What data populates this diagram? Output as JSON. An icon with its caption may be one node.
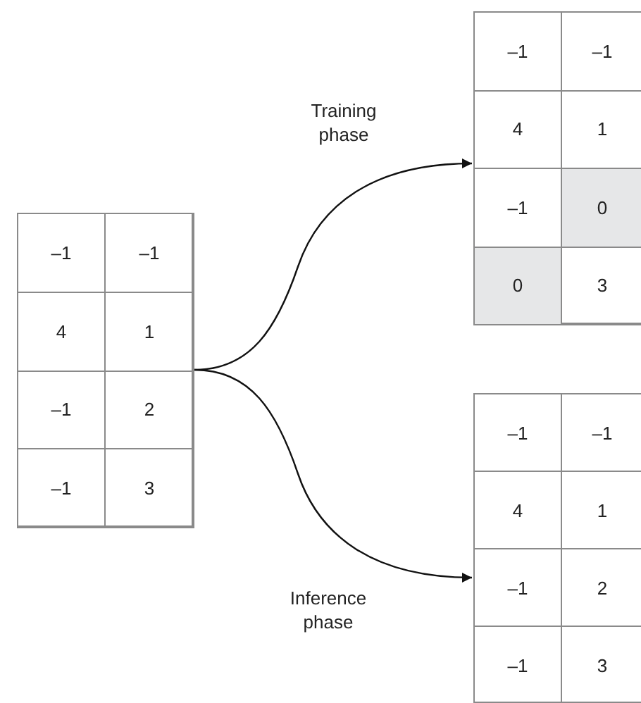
{
  "diagram": {
    "nodes": [
      {
        "text": [],
        "shape": "box"
      },
      {
        "text": [
          "–1"
        ],
        "in": 0
      },
      {
        "text": [
          "–1"
        ],
        "in": 0
      },
      {
        "text": [
          "4"
        ],
        "in": 0
      },
      {
        "text": [
          "1"
        ],
        "in": 0
      },
      {
        "text": [
          "–1"
        ],
        "in": 0
      },
      {
        "text": [
          "2"
        ],
        "in": 0
      },
      {
        "text": [
          "–1"
        ],
        "in": 0
      },
      {
        "text": [
          "3"
        ],
        "in": 0
      },
      {
        "text": [],
        "shape": "box"
      },
      {
        "text": [
          "–1"
        ],
        "in": 9
      },
      {
        "text": [
          "–1"
        ],
        "in": 9
      },
      {
        "text": [
          "4"
        ],
        "in": 9
      },
      {
        "text": [
          "1"
        ],
        "in": 9
      },
      {
        "text": [
          "–1"
        ],
        "in": 9
      },
      {
        "text": [
          "0"
        ],
        "in": 9
      },
      {
        "text": [
          "0"
        ],
        "in": 9
      },
      {
        "text": [
          "3"
        ],
        "in": 9
      },
      {
        "text": [],
        "shape": "box"
      },
      {
        "text": [
          "–1"
        ],
        "in": 18
      },
      {
        "text": [
          "–1"
        ],
        "in": 18
      },
      {
        "text": [
          "4"
        ],
        "in": 18
      },
      {
        "text": [
          "1"
        ],
        "in": 18
      },
      {
        "text": [
          "–1"
        ],
        "in": 18
      },
      {
        "text": [
          "2"
        ],
        "in": 18
      },
      {
        "text": [
          "–1"
        ],
        "in": 18
      },
      {
        "text": [
          "3"
        ],
        "in": 18
      }
    ],
    "edges": [
      {
        "from": 0,
        "to": 9,
        "arrow": "to",
        "label": "Training phase"
      },
      {
        "from": 0,
        "to": 18,
        "arrow": "to",
        "label": "Inference phase"
      }
    ]
  }
}
